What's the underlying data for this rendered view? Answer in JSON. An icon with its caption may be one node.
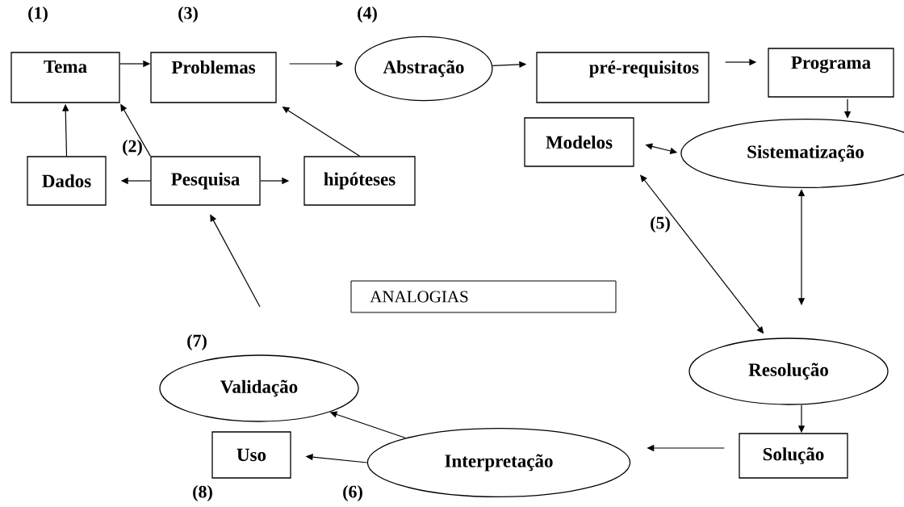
{
  "diagram": {
    "nodes": [
      {
        "text": [
          "Tema"
        ]
      },
      {
        "text": [
          "Problemas"
        ]
      },
      {
        "text": [
          "Abstração"
        ]
      },
      {
        "text": [
          "pré-requisitos"
        ]
      },
      {
        "text": [
          "Programa"
        ]
      },
      {
        "text": [
          "Modelos"
        ]
      },
      {
        "text": [
          "Sistematização"
        ]
      },
      {
        "text": [
          "Dados"
        ]
      },
      {
        "text": [
          "Pesquisa"
        ]
      },
      {
        "text": [
          "hipóteses"
        ]
      },
      {
        "text": [
          "ANALOGIAS"
        ]
      },
      {
        "text": [
          "Resolução"
        ]
      },
      {
        "text": [
          "Solução"
        ]
      },
      {
        "text": [
          "Validação"
        ]
      },
      {
        "text": [
          "Uso"
        ]
      },
      {
        "text": [
          "Interpretação"
        ]
      }
    ],
    "edges": [
      {
        "from": 0,
        "to": 1,
        "arrow": "to"
      },
      {
        "from": 1,
        "to": 2,
        "arrow": "to"
      },
      {
        "from": 2,
        "to": 3,
        "arrow": "to"
      },
      {
        "from": 3,
        "to": 4,
        "arrow": "to"
      },
      {
        "from": 4,
        "to": 6,
        "arrow": "to"
      },
      {
        "from": 5,
        "to": 6,
        "arrow": "both"
      },
      {
        "from": 7,
        "to": 0,
        "arrow": "to"
      },
      {
        "from": 8,
        "to": 0,
        "arrow": "to"
      },
      {
        "from": 8,
        "to": 7,
        "arrow": "to"
      },
      {
        "from": 8,
        "to": 9,
        "arrow": "to"
      },
      {
        "from": 9,
        "to": 1,
        "arrow": "to"
      },
      {
        "from": 5,
        "to": 11,
        "arrow": "both"
      },
      {
        "from": 6,
        "to": 11,
        "arrow": "both"
      },
      {
        "from": null,
        "to": 8,
        "arrow": "to"
      },
      {
        "from": 11,
        "to": 12,
        "arrow": "to"
      },
      {
        "from": 12,
        "to": 15,
        "arrow": "to"
      },
      {
        "from": 15,
        "to": 13,
        "arrow": "to"
      },
      {
        "from": 15,
        "to": 14,
        "arrow": "to"
      }
    ],
    "labels": [
      "(1)",
      "(3)",
      "(4)",
      "(2)",
      "(5)",
      "(7)",
      "(8)",
      "(6)"
    ]
  }
}
